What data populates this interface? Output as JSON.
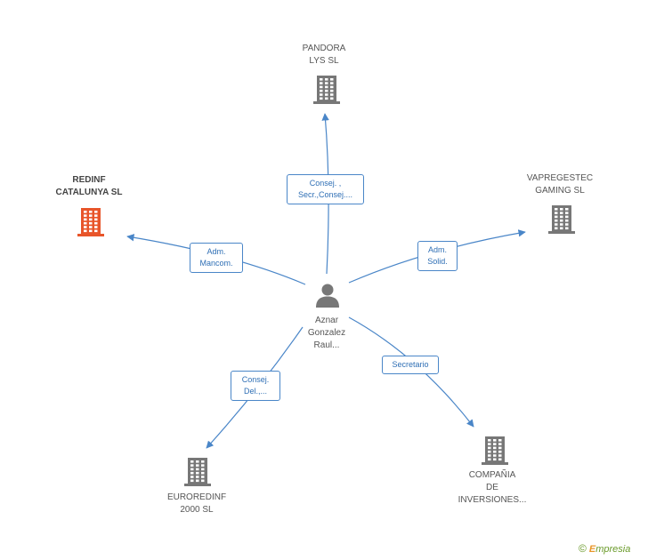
{
  "center": {
    "lines": [
      "Aznar",
      "Gonzalez",
      "Raul..."
    ],
    "icon": "person-icon"
  },
  "companies": [
    {
      "id": "pandora",
      "lines": [
        "PANDORA",
        "LYS SL"
      ],
      "highlight": false,
      "color": "#777777"
    },
    {
      "id": "redinf",
      "lines": [
        "REDINF",
        "CATALUNYA SL"
      ],
      "highlight": true,
      "color": "#e8552a"
    },
    {
      "id": "vapregestec",
      "lines": [
        "VAPREGESTEC",
        "GAMING SL"
      ],
      "highlight": false,
      "color": "#777777"
    },
    {
      "id": "euroredinf",
      "lines": [
        "EUROREDINF",
        "2000 SL"
      ],
      "highlight": false,
      "color": "#777777"
    },
    {
      "id": "compania",
      "lines": [
        "COMPAÑIA",
        "DE",
        "INVERSIONES..."
      ],
      "highlight": false,
      "color": "#777777"
    }
  ],
  "relations": [
    {
      "to": "pandora",
      "lines": [
        "Consej. ,",
        "Secr.,Consej...."
      ]
    },
    {
      "to": "redinf",
      "lines": [
        "Adm.",
        "Mancom."
      ]
    },
    {
      "to": "vapregestec",
      "lines": [
        "Adm.",
        "Solid."
      ]
    },
    {
      "to": "euroredinf",
      "lines": [
        "Consej.",
        "Del.,..."
      ]
    },
    {
      "to": "compania",
      "lines": [
        "Secretario"
      ]
    }
  ],
  "colors": {
    "edge": "#4a86c8",
    "edge_label_text": "#2f6fb5",
    "person": "#777777"
  },
  "brand": {
    "symbol": "©",
    "initial": "E",
    "rest": "mpresia"
  }
}
